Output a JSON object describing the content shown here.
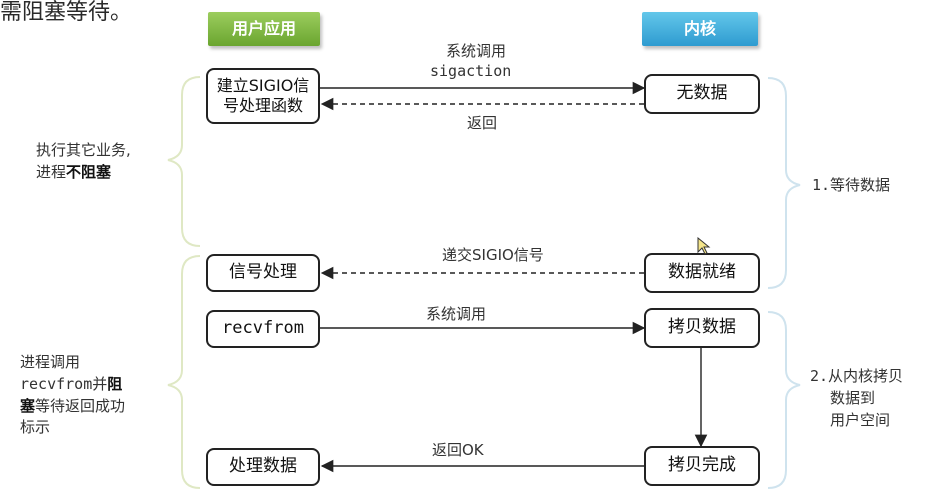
{
  "top_fragment": "需阻塞等待。",
  "headers": {
    "user_app": "用户应用",
    "kernel": "内核"
  },
  "boxes": {
    "setup_sigio_line1": "建立SIGIO信",
    "setup_sigio_line2": "号处理函数",
    "no_data": "无数据",
    "signal_handler": "信号处理",
    "data_ready": "数据就绪",
    "recvfrom": "recvfrom",
    "copy_data": "拷贝数据",
    "process_data": "处理数据",
    "copy_done": "拷贝完成"
  },
  "arrow_labels": {
    "syscall_1_line1": "系统调用",
    "syscall_1_line2": "sigaction",
    "return_1": "返回",
    "deliver_sigio": "递交SIGIO信号",
    "syscall_2": "系统调用",
    "return_ok": "返回OK"
  },
  "side_notes": {
    "left_top": {
      "line1": "执行其它业务,",
      "line2_prefix": "进程",
      "line2_bold": "不阻塞"
    },
    "left_bottom": {
      "line1": "进程调用",
      "line2_prefix": "recvfrom并",
      "line2_bold": "阻",
      "line3_bold": "塞",
      "line3_suffix": "等待返回成功",
      "line4": "标示"
    },
    "right_top": "1.等待数据",
    "right_bottom_line1": "2.从内核拷贝",
    "right_bottom_line2": "数据到",
    "right_bottom_line3": "用户空间"
  },
  "colors": {
    "user_header": "#7cb83f",
    "kernel_header": "#3aa8d8",
    "brace": "#e2e9c8",
    "brace_right": "#cfe6f0"
  }
}
